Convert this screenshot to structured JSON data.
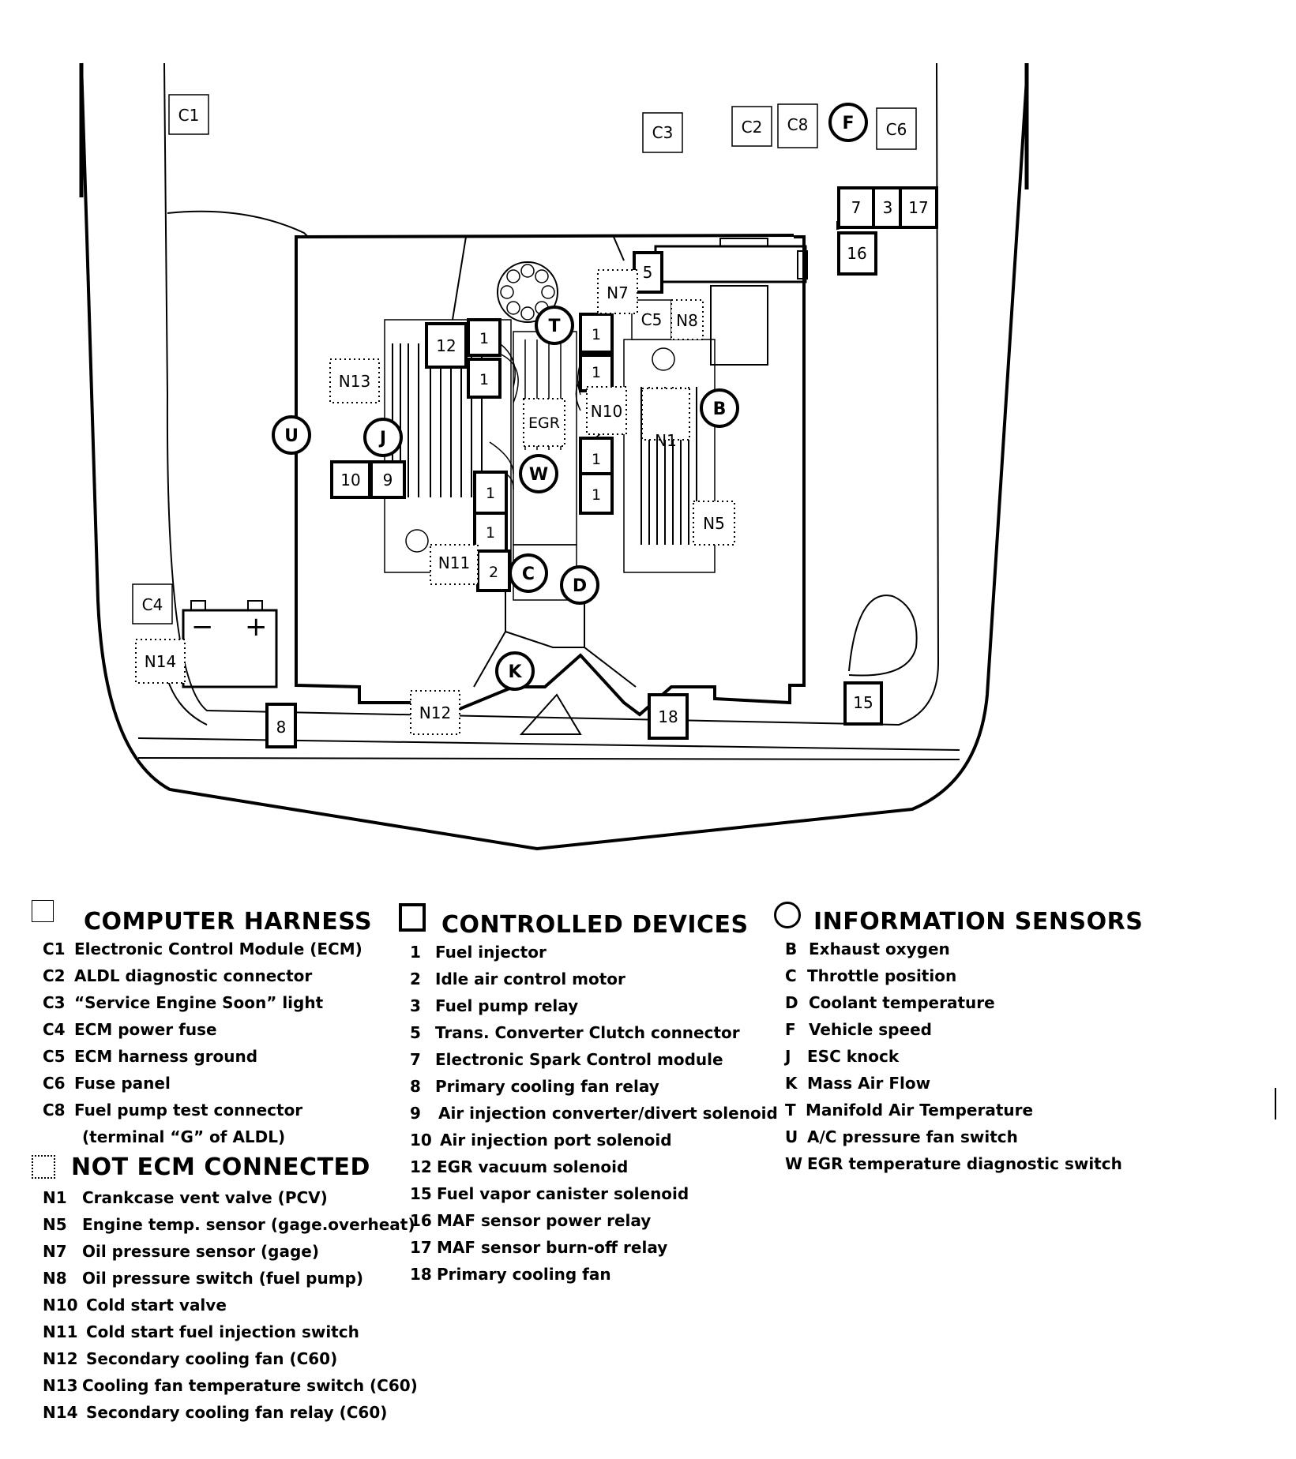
{
  "diagram": {
    "harness_labels": [
      "C1",
      "C2",
      "C3",
      "C4",
      "C5",
      "C6",
      "C8"
    ],
    "device_labels": [
      "1",
      "2",
      "3",
      "5",
      "7",
      "8",
      "9",
      "10",
      "12",
      "15",
      "16",
      "17",
      "18"
    ],
    "non_ecm_labels": [
      "N1",
      "N5",
      "N7",
      "N8",
      "N10",
      "N11",
      "N12",
      "N13",
      "N14"
    ],
    "sensor_labels": [
      "B",
      "C",
      "D",
      "F",
      "J",
      "K",
      "T",
      "U",
      "W"
    ],
    "egr_label": "EGR",
    "battery_minus": "−",
    "battery_plus": "+"
  },
  "legend": {
    "computer_harness": {
      "title": "COMPUTER HARNESS",
      "items": [
        {
          "code": "C1",
          "desc": "Electronic Control Module (ECM)"
        },
        {
          "code": "C2",
          "desc": "ALDL diagnostic connector"
        },
        {
          "code": "C3",
          "desc": "“Service Engine Soon” light"
        },
        {
          "code": "C4",
          "desc": "ECM power fuse"
        },
        {
          "code": "C5",
          "desc": "ECM harness ground"
        },
        {
          "code": "C6",
          "desc": "Fuse panel"
        },
        {
          "code": "C8",
          "desc": "Fuel pump test connector"
        },
        {
          "code": "",
          "desc": "(terminal “G” of ALDL)"
        }
      ]
    },
    "not_ecm_connected": {
      "title": "NOT ECM CONNECTED",
      "items": [
        {
          "code": "N1",
          "desc": "Crankcase vent  valve  (PCV)"
        },
        {
          "code": "N5",
          "desc": "Engine temp. sensor (gage.overheat)"
        },
        {
          "code": "N7",
          "desc": "Oil pressure sensor (gage)"
        },
        {
          "code": "N8",
          "desc": "Oil pressure switch (fuel pump)"
        },
        {
          "code": "N10",
          "desc": "Cold start  valve"
        },
        {
          "code": "N11",
          "desc": "Cold start fuel injection switch"
        },
        {
          "code": "N12",
          "desc": "Secondary cooling fan (C60)"
        },
        {
          "code": "N13",
          "desc": "Cooling fan temperature switch (C60)"
        },
        {
          "code": "N14",
          "desc": "Secondary cooling fan relay (C60)"
        }
      ]
    },
    "controlled_devices": {
      "title": "CONTROLLED DEVICES",
      "items": [
        {
          "code": "1",
          "desc": "Fuel injector"
        },
        {
          "code": "2",
          "desc": "Idle air control motor"
        },
        {
          "code": "3",
          "desc": "Fuel pump relay"
        },
        {
          "code": "5",
          "desc": "Trans. Converter Clutch connector"
        },
        {
          "code": "7",
          "desc": "Electronic Spark Control module"
        },
        {
          "code": "8",
          "desc": "Primary cooling fan relay"
        },
        {
          "code": "9",
          "desc": "Air injection converter/divert solenoid"
        },
        {
          "code": "10",
          "desc": "Air injection port solenoid"
        },
        {
          "code": "12",
          "desc": "EGR vacuum solenoid"
        },
        {
          "code": "15",
          "desc": "Fuel vapor canister solenoid"
        },
        {
          "code": "16",
          "desc": "MAF sensor power relay"
        },
        {
          "code": "17",
          "desc": "MAF sensor burn-off relay"
        },
        {
          "code": "18",
          "desc": "Primary cooling fan"
        }
      ]
    },
    "information_sensors": {
      "title": "INFORMATION SENSORS",
      "items": [
        {
          "code": "B",
          "desc": "Exhaust oxygen"
        },
        {
          "code": "C",
          "desc": "Throttle position"
        },
        {
          "code": "D",
          "desc": "Coolant temperature"
        },
        {
          "code": "F",
          "desc": "Vehicle speed"
        },
        {
          "code": "J",
          "desc": "ESC knock"
        },
        {
          "code": "K",
          "desc": "Mass Air Flow"
        },
        {
          "code": "T",
          "desc": "Manifold Air Temperature"
        },
        {
          "code": "U",
          "desc": "A/C pressure fan switch"
        },
        {
          "code": "W",
          "desc": "EGR temperature diagnostic switch"
        }
      ]
    }
  }
}
